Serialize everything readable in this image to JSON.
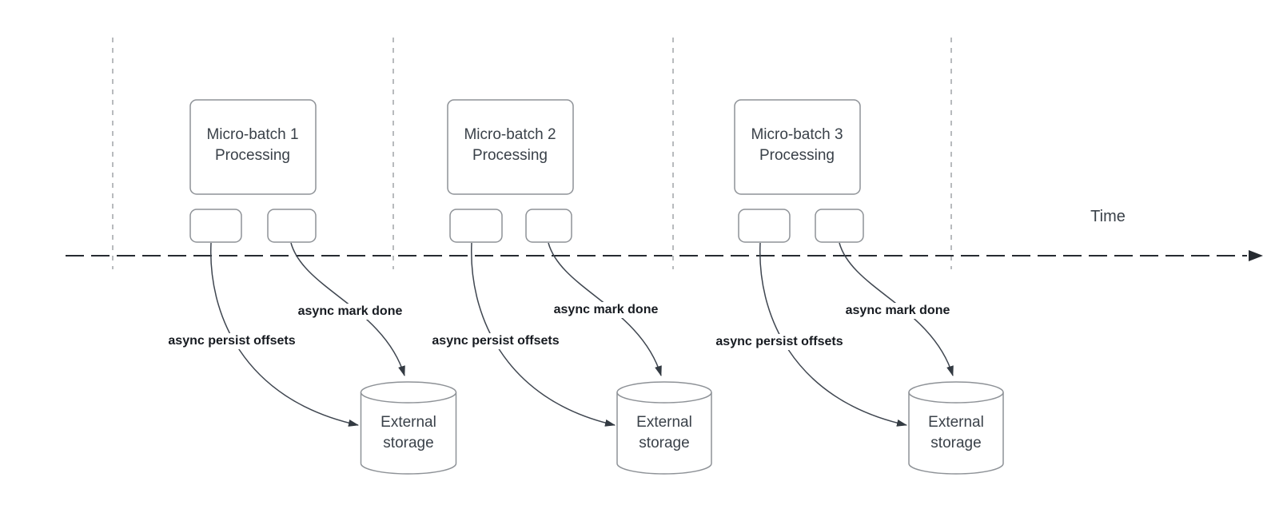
{
  "timeline": {
    "label": "Time"
  },
  "groups": [
    {
      "box_line1": "Micro-batch 1",
      "box_line2": "Processing",
      "persist_label": "async persist offsets",
      "markdone_label": "async mark done",
      "storage_line1": "External",
      "storage_line2": "storage"
    },
    {
      "box_line1": "Micro-batch 2",
      "box_line2": "Processing",
      "persist_label": "async persist offsets",
      "markdone_label": "async mark done",
      "storage_line1": "External",
      "storage_line2": "storage"
    },
    {
      "box_line1": "Micro-batch 3",
      "box_line2": "Processing",
      "persist_label": "async persist offsets",
      "markdone_label": "async mark done",
      "storage_line1": "External",
      "storage_line2": "storage"
    }
  ],
  "colors": {
    "background": "#ffffff",
    "shape_stroke": "#8e9297",
    "arrow": "#3f4650",
    "divider_dash": "#a7aaad",
    "timeline_dash": "#262b31",
    "shape_text": "#3a4149",
    "label_text": "#171b21"
  }
}
